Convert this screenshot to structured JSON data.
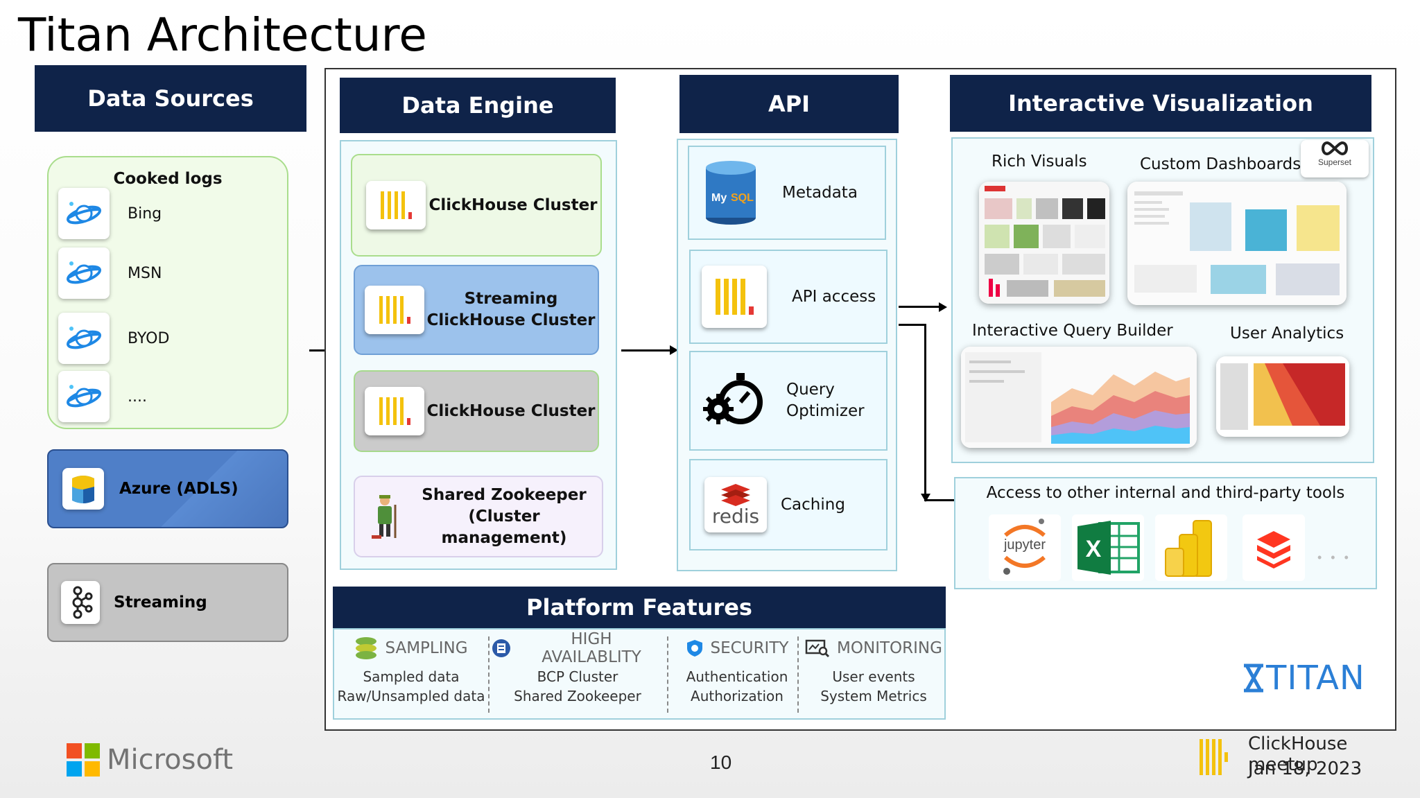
{
  "title": "Titan Architecture",
  "data_sources": {
    "header": "Data Sources",
    "cooked_logs": {
      "title": "Cooked logs",
      "items": [
        "Bing",
        "MSN",
        "BYOD",
        "...."
      ]
    },
    "azure": "Azure (ADLS)",
    "streaming": "Streaming"
  },
  "data_engine": {
    "header": "Data Engine",
    "clusters": [
      "ClickHouse Cluster",
      "Streaming\nClickHouse Cluster",
      "ClickHouse Cluster"
    ],
    "zookeeper": "Shared Zookeeper\n(Cluster management)"
  },
  "api": {
    "header": "API",
    "items": [
      "Metadata",
      "API access",
      "Query\nOptimizer",
      "Caching"
    ],
    "mysql_text": "My",
    "redis_text": "redis"
  },
  "viz": {
    "header": "Interactive Visualization",
    "labels": {
      "rich": "Rich Visuals",
      "custom": "Custom Dashboards",
      "query": "Interactive Query Builder",
      "user": "User Analytics"
    },
    "superset_text": "Superset",
    "tools_title": "Access to other internal and third-party tools",
    "jupyter_text": "jupyter",
    "excel_text": "X",
    "more_dots": "• • •"
  },
  "platform": {
    "header": "Platform Features",
    "features": [
      {
        "name": "SAMPLING",
        "lines": [
          "Sampled data",
          "Raw/Unsampled data"
        ]
      },
      {
        "name": "HIGH AVAILABLITY",
        "lines": [
          "BCP Cluster",
          "Shared Zookeeper"
        ]
      },
      {
        "name": "SECURITY",
        "lines": [
          "Authentication",
          "Authorization"
        ]
      },
      {
        "name": "MONITORING",
        "lines": [
          "User events",
          "System Metrics"
        ]
      }
    ]
  },
  "footer": {
    "microsoft": "Microsoft",
    "page": "10",
    "meetup": "ClickHouse meetup",
    "date": "Jan 18, 2023",
    "titan": "TITAN"
  },
  "colors": {
    "header_navy": "#0f2349",
    "cooked_green": "#f1fbe9",
    "azure_blue": "#4f7fc8",
    "streaming_gray": "#c4c4c4",
    "panel_cyan": "#9fd0dc",
    "clickhouse_yellow": "#f4c20d"
  }
}
